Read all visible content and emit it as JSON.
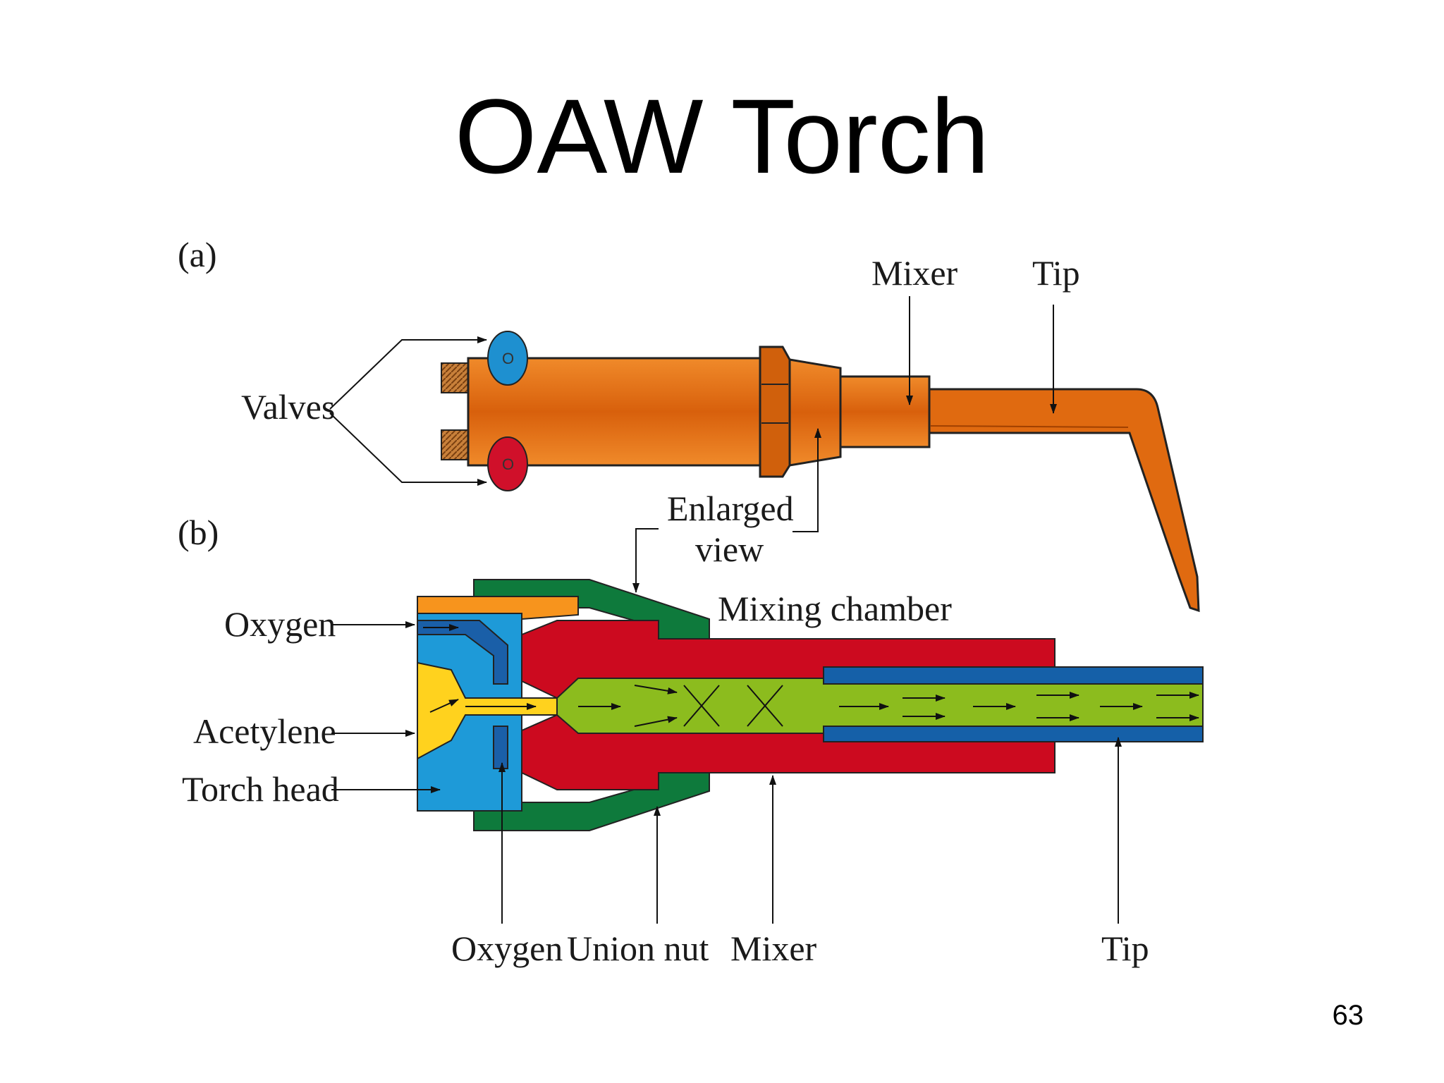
{
  "slide": {
    "title": "OAW Torch",
    "page_number": "63"
  },
  "diagram": {
    "panel_a": {
      "tag": "(a)",
      "labels": {
        "valves": "Valves",
        "mixer": "Mixer",
        "tip": "Tip",
        "enlarged_line1": "Enlarged",
        "enlarged_line2": "view",
        "valve_top": "O",
        "valve_bottom": "O"
      }
    },
    "panel_b": {
      "tag": "(b)",
      "labels": {
        "oxygen_in": "Oxygen",
        "acetylene": "Acetylene",
        "torch_head": "Torch  head",
        "mixing_chamber": "Mixing  chamber",
        "oxygen_bottom": "Oxygen",
        "union_nut": "Union  nut",
        "mixer_bottom": "Mixer",
        "tip_bottom": "Tip"
      }
    },
    "colors": {
      "body_orange": "#e06a10",
      "valve_blue": "#1e90d0",
      "valve_red": "#d0102a",
      "head_blue": "#1e9ad8",
      "acetylene_yellow": "#ffd21e",
      "oxygen_orange": "#f7941d",
      "union_green": "#0e7a3c",
      "mixer_red": "#cc0a1f",
      "mix_green": "#8cbc1e",
      "tip_blue": "#1560a8"
    }
  }
}
